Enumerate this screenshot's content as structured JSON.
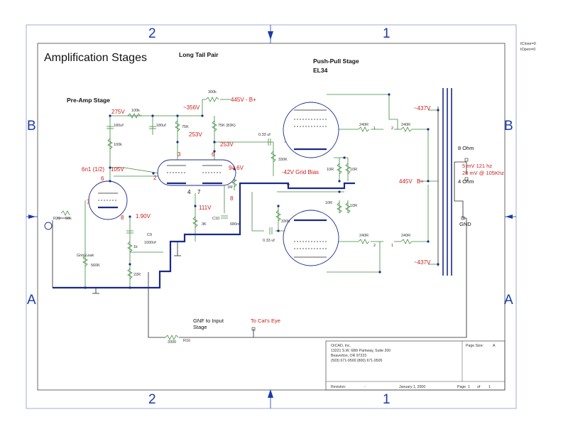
{
  "sheet": {
    "zones_top": [
      "2",
      "1"
    ],
    "zones_side": [
      "B",
      "A"
    ],
    "corner_text": [
      "tClose=0",
      "tOpen=0"
    ]
  },
  "titles": {
    "main": "Amplification Stages",
    "long_tail": "Long Tail Pair",
    "push_pull": "Push-Pull Stage",
    "el34": "EL34",
    "preamp": "Pre-Amp Stage"
  },
  "voltages": {
    "v275": "275V",
    "v356": "~356V",
    "v445b": "445V - B+",
    "v253a": "253V",
    "v253b": "253V",
    "v105": "105V",
    "v946": "94.6V",
    "v111": "111V",
    "v190": "1.90V",
    "v437a": "~437V",
    "v437b": "~437V",
    "v445": "445V",
    "bplus": "B+",
    "bias": "-42V Grid Bias"
  },
  "pins": {
    "p6a": "6",
    "p2": "2",
    "p3": "3",
    "p6b": "6",
    "p8b": "8",
    "p4": "4",
    "p7b": "7",
    "p7a": "7",
    "p8a": "8",
    "tubelabel": "6n1 (1/2)"
  },
  "components": {
    "r100k_top": "100k",
    "c180a": "180uf",
    "c180b": "180uf",
    "r100k_v": "100k",
    "r300k": "300k",
    "r75k": "75K",
    "r75k83": "75K (83K)",
    "c033a": "0.33 uf",
    "r330k_a": "330K",
    "r1m": "1M",
    "r3k": "3K",
    "c10": "C10",
    "c680": "680nf",
    "r330k_b": "330K",
    "c033b": "0.33 uf",
    "r23": "R23",
    "r50k": "50k",
    "gridleak": "Grid-Leak",
    "r560k": "560K",
    "c9": "C9",
    "r1k": "1k",
    "c1000": "1000nf",
    "r22r": "22R",
    "r240a": "240R",
    "r240b": "240R",
    "r240c": "240R",
    "r240d": "240R",
    "r10a": "10R",
    "r10b": "10R",
    "r10c": "10R",
    "r10d": "10R",
    "r3300": "3300",
    "r16": "R16",
    "n1a": "1",
    "n2a": "2",
    "n2b": "2",
    "n1b": "1"
  },
  "output": {
    "ohm8": "8 Ohm",
    "ohm4": "4 Ohm",
    "gnd": "GND",
    "meas1": "5 mV 121 hz",
    "meas2": "28 mV @ 105Khz"
  },
  "notes": {
    "gnf1": "GNF to Input",
    "gnf2": "Stage",
    "cats_eye": "To Cat's Eye"
  },
  "title_block": {
    "company": "OrCAD, Inc.",
    "addr1": "13221 S.W. 68th Parkway, Suite 200",
    "addr2": "Beaverton, OR 97223",
    "phone": "(503) 671-9500   (800) 671-9505",
    "page_size_label": "Page Size:",
    "page_size": "A",
    "revision_label": "Revision:",
    "revision": "-",
    "date": "January 1, 2000",
    "page_label": "Page",
    "page_num": "1",
    "of_label": "of",
    "page_total": "1"
  }
}
